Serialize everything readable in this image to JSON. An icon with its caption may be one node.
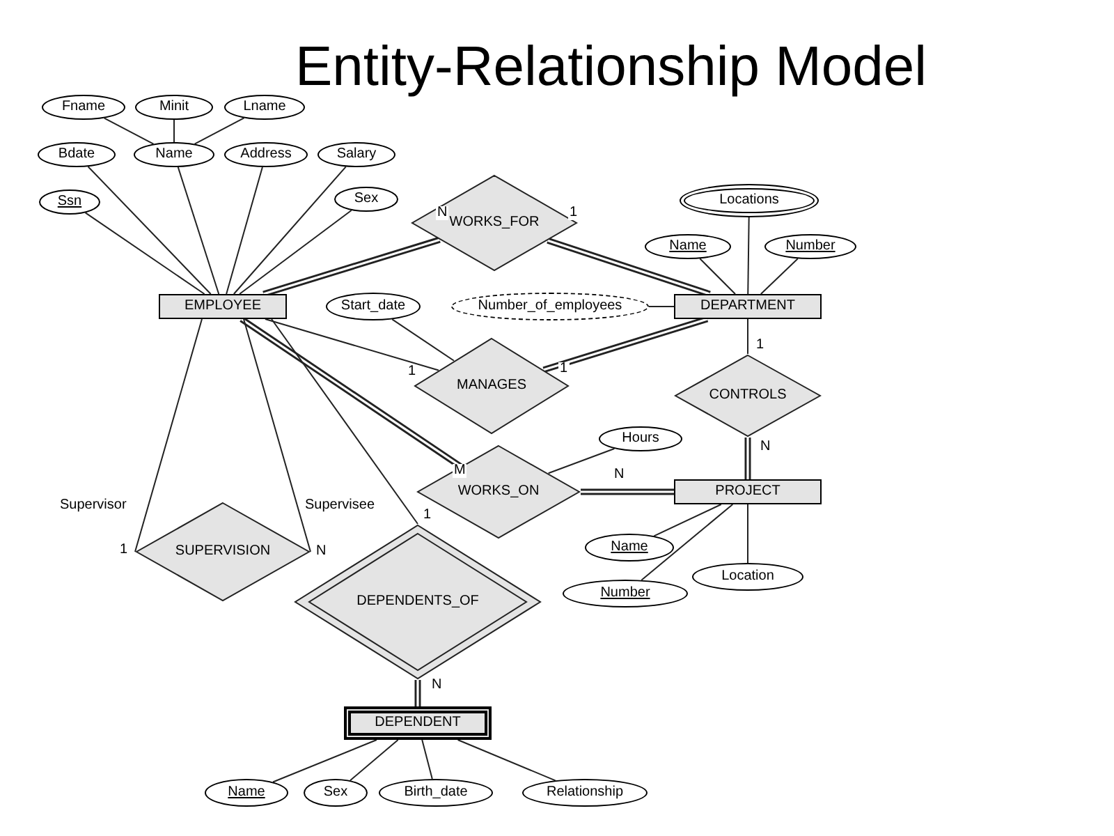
{
  "diagram": {
    "title": "Entity-Relationship Model",
    "nodes": [
      {
        "text": [
          "Fname"
        ]
      },
      {
        "text": [
          "Minit"
        ]
      },
      {
        "text": [
          "Lname"
        ]
      },
      {
        "text": [
          "Bdate"
        ]
      },
      {
        "text": [
          "Name"
        ]
      },
      {
        "text": [
          "Address"
        ]
      },
      {
        "text": [
          "Salary"
        ]
      },
      {
        "text": [
          "Ssn"
        ]
      },
      {
        "text": [
          "Sex"
        ]
      },
      {
        "text": [
          "EMPLOYEE"
        ]
      },
      {
        "text": [
          "WORKS_FOR"
        ]
      },
      {
        "text": [
          "Locations"
        ]
      },
      {
        "text": [
          "Name"
        ]
      },
      {
        "text": [
          "Number"
        ]
      },
      {
        "text": [
          "Start_date"
        ]
      },
      {
        "text": [
          "Number_of_employees"
        ]
      },
      {
        "text": [
          "DEPARTMENT"
        ]
      },
      {
        "text": [
          "MANAGES"
        ]
      },
      {
        "text": [
          "CONTROLS"
        ]
      },
      {
        "text": [
          "Hours"
        ]
      },
      {
        "text": [
          "WORKS_ON"
        ]
      },
      {
        "text": [
          "PROJECT"
        ]
      },
      {
        "text": [
          "Name"
        ]
      },
      {
        "text": [
          "Number"
        ]
      },
      {
        "text": [
          "Location"
        ]
      },
      {
        "text": [
          "SUPERVISION"
        ]
      },
      {
        "text": [
          "DEPENDENTS_OF"
        ]
      },
      {
        "text": [
          "DEPENDENT"
        ]
      },
      {
        "text": [
          "Name"
        ]
      },
      {
        "text": [
          "Sex"
        ]
      },
      {
        "text": [
          "Birth_date"
        ]
      },
      {
        "text": [
          "Relationship"
        ]
      }
    ],
    "edges": [
      {
        "from": 0,
        "to": 4,
        "arrow": "none"
      },
      {
        "from": 1,
        "to": 4,
        "arrow": "none"
      },
      {
        "from": 2,
        "to": 4,
        "arrow": "none"
      },
      {
        "from": 3,
        "to": 9,
        "arrow": "none"
      },
      {
        "from": 4,
        "to": 9,
        "arrow": "none"
      },
      {
        "from": 5,
        "to": 9,
        "arrow": "none"
      },
      {
        "from": 6,
        "to": 9,
        "arrow": "none"
      },
      {
        "from": 7,
        "to": 9,
        "arrow": "none"
      },
      {
        "from": 8,
        "to": 9,
        "arrow": "none"
      },
      {
        "from": 9,
        "to": 10,
        "arrow": "none",
        "label": "N",
        "style": "thick"
      },
      {
        "from": 10,
        "to": 16,
        "arrow": "none",
        "label": "1",
        "style": "thick"
      },
      {
        "from": 11,
        "to": 16,
        "arrow": "none"
      },
      {
        "from": 12,
        "to": 16,
        "arrow": "none"
      },
      {
        "from": 13,
        "to": 16,
        "arrow": "none"
      },
      {
        "from": 14,
        "to": 17,
        "arrow": "none"
      },
      {
        "from": 15,
        "to": 16,
        "arrow": "none"
      },
      {
        "from": 9,
        "to": 17,
        "arrow": "none",
        "label": "1"
      },
      {
        "from": 17,
        "to": 16,
        "arrow": "none",
        "label": "1",
        "style": "thick"
      },
      {
        "from": 16,
        "to": 18,
        "arrow": "none",
        "label": "1"
      },
      {
        "from": 18,
        "to": 21,
        "arrow": "none",
        "label": "N",
        "style": "thick"
      },
      {
        "from": 19,
        "to": 20,
        "arrow": "none"
      },
      {
        "from": 9,
        "to": 20,
        "arrow": "none",
        "label": "M",
        "style": "thick"
      },
      {
        "from": 20,
        "to": 21,
        "arrow": "none",
        "label": "N",
        "style": "thick"
      },
      {
        "from": 22,
        "to": 21,
        "arrow": "none"
      },
      {
        "from": 23,
        "to": 21,
        "arrow": "none"
      },
      {
        "from": 24,
        "to": 21,
        "arrow": "none"
      },
      {
        "from": 9,
        "to": 25,
        "arrow": "none",
        "label": "1"
      },
      {
        "from": 9,
        "to": 25,
        "arrow": "none",
        "label": "N"
      },
      {
        "from": 9,
        "to": 26,
        "arrow": "none",
        "label": "1"
      },
      {
        "from": 26,
        "to": 27,
        "arrow": "none",
        "label": "N",
        "style": "thick"
      },
      {
        "from": 28,
        "to": 27,
        "arrow": "none"
      },
      {
        "from": 29,
        "to": 27,
        "arrow": "none"
      },
      {
        "from": 30,
        "to": 27,
        "arrow": "none"
      },
      {
        "from": 31,
        "to": 27,
        "arrow": "none"
      }
    ],
    "labels": [
      "Supervisor",
      "Supervisee"
    ]
  }
}
